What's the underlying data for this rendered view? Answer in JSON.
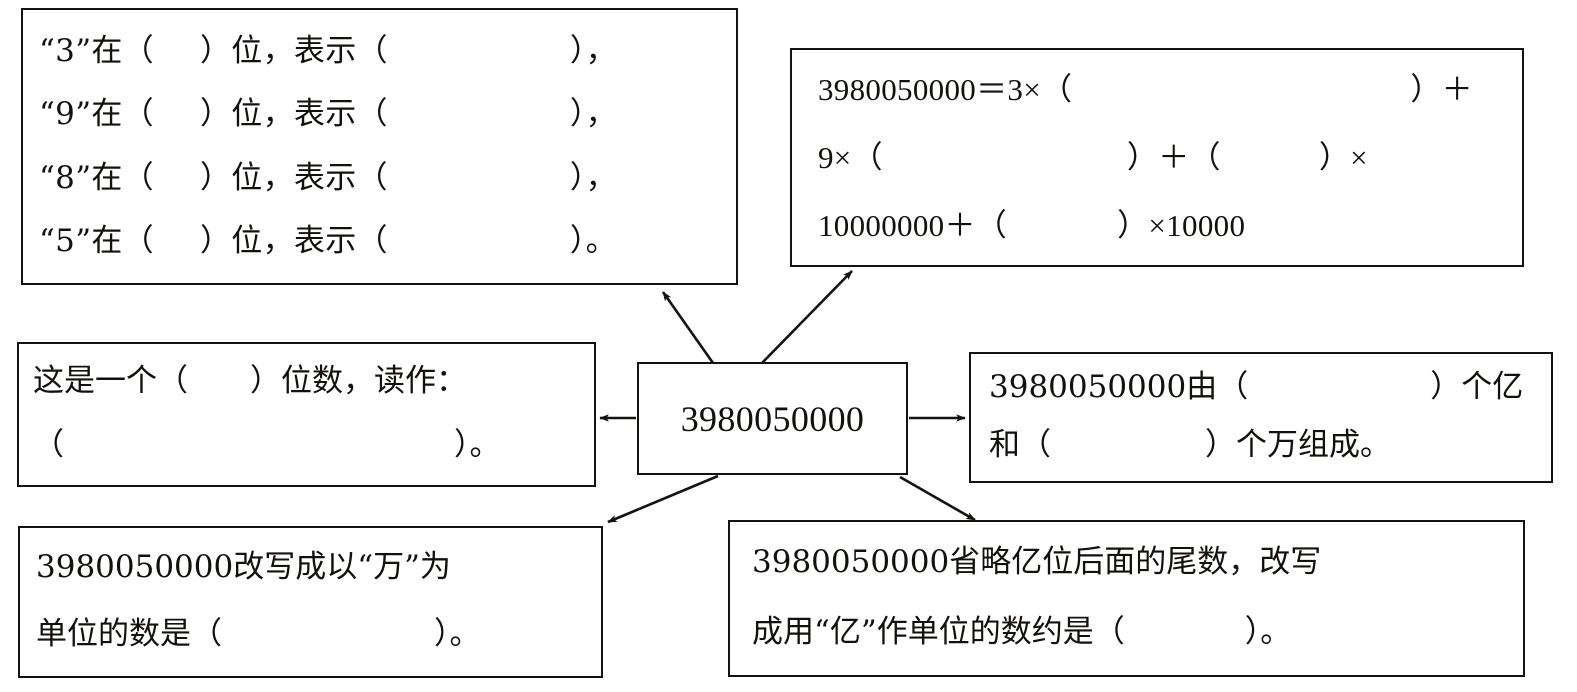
{
  "diagram": {
    "type": "concept-map",
    "center_value": "3980050000",
    "nodes": {
      "center": {
        "name": "3980050000",
        "text": "3980050000"
      },
      "digits": {
        "rows": [
          {
            "digit": "“3”",
            "prefix": "在（",
            "mid": "）位，表示（",
            "suffix": "），"
          },
          {
            "digit": "“9”",
            "prefix": "在（",
            "mid": "）位，表示（",
            "suffix": "），"
          },
          {
            "digit": "“8”",
            "prefix": "在（",
            "mid": "）位，表示（",
            "suffix": "），"
          },
          {
            "digit": "“5”",
            "prefix": "在（",
            "mid": "）位，表示（",
            "suffix": "）。"
          }
        ]
      },
      "expanded": {
        "l1_a": "3980050000＝3×（",
        "l1_b": "）＋",
        "l2_a": "9×（",
        "l2_b": "）＋（",
        "l2_c": "）×",
        "l3_a": "10000000＋（",
        "l3_b": "）×10000"
      },
      "readas": {
        "l1_a": "这是一个（",
        "l1_b": "）位数，读作：",
        "l2_a": "（",
        "l2_b": "）。"
      },
      "compose": {
        "l1_a": "3980050000由（",
        "l1_b": "）个亿",
        "l2_a": "和（",
        "l2_b": "）个万组成。"
      },
      "wan": {
        "l1": "3980050000改写成以“万”为",
        "l2_a": "单位的数是（",
        "l2_b": "）。"
      },
      "yi": {
        "l1": "3980050000省略亿位后面的尾数，改写",
        "l2_a": "成用“亿”作单位的数约是（",
        "l2_b": "）。"
      }
    },
    "edges": [
      {
        "from": "center",
        "to": "digits",
        "direction": "up-left"
      },
      {
        "from": "center",
        "to": "expanded",
        "direction": "up-right"
      },
      {
        "from": "center",
        "to": "readas",
        "direction": "left"
      },
      {
        "from": "center",
        "to": "compose",
        "direction": "right"
      },
      {
        "from": "center",
        "to": "wan",
        "direction": "down-left"
      },
      {
        "from": "center",
        "to": "yi",
        "direction": "down-right"
      }
    ],
    "colors": {
      "ink": "#161210",
      "paper": "#ffffff"
    }
  }
}
